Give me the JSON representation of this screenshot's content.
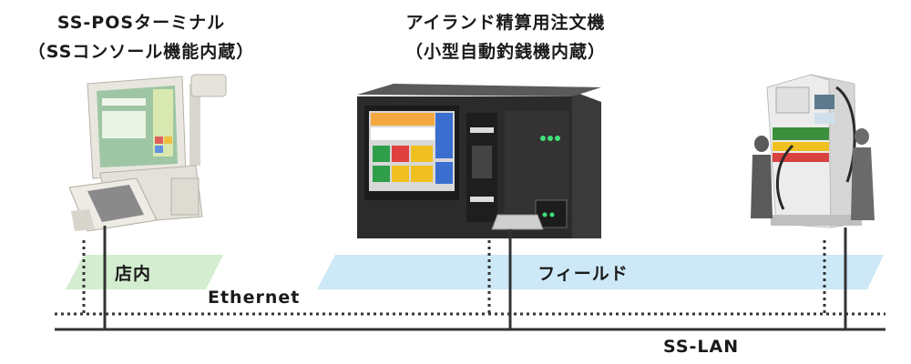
{
  "devices": {
    "pos_terminal": {
      "title": "SS-POSターミナル",
      "subtitle": "（SSコンソール機能内蔵）"
    },
    "island_machine": {
      "title": "アイランド精算用注文機",
      "subtitle": "（小型自動釣銭機内蔵）"
    },
    "fuel_dispenser": {}
  },
  "zones": {
    "store": "店内",
    "field": "フィールド"
  },
  "networks": {
    "ethernet": "Ethernet",
    "ss_lan": "SS-LAN"
  },
  "colors": {
    "store_band": "#d4ecd0",
    "field_band": "#cde8f6",
    "line": "#333333"
  }
}
